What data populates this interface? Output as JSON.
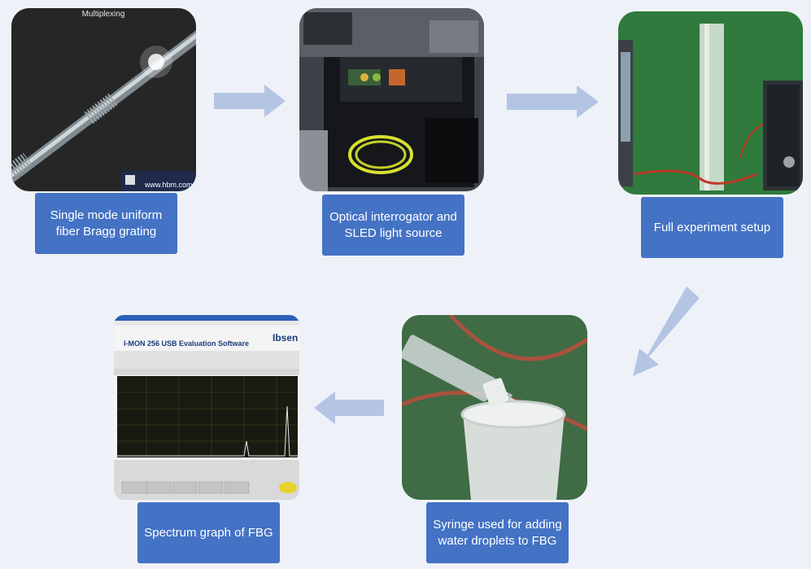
{
  "steps": [
    {
      "caption": "Single mode uniform fiber Bragg grating",
      "photo": "fiber-bragg-grating-photo"
    },
    {
      "caption": "Optical interrogator and SLED light source",
      "photo": "optical-interrogator-photo"
    },
    {
      "caption": "Full experiment setup",
      "photo": "experiment-setup-photo"
    },
    {
      "caption": "Syringe used for adding water droplets to FBG",
      "photo": "syringe-photo"
    },
    {
      "caption": "Spectrum graph of FBG",
      "photo": "spectrum-software-screenshot"
    }
  ],
  "photo_text": {
    "fiber_title": "Multiplexing",
    "fiber_url": "www.hbm.com/",
    "software_title": "I-MON 256 USB Evaluation Software",
    "software_brand": "Ibsen"
  },
  "colors": {
    "caption_bg": "#4472c4",
    "arrow": "#b4c5e4",
    "background": "#eef2f8"
  }
}
